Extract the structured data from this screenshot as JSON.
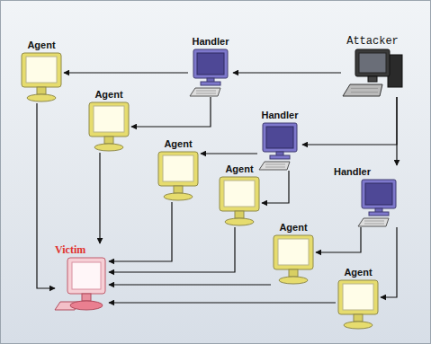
{
  "diagram": {
    "nodes": [
      {
        "text": [
          "Agent"
        ]
      },
      {
        "text": [
          "Handler"
        ]
      },
      {
        "text": [
          "Attacker"
        ]
      },
      {
        "text": [
          "Agent"
        ]
      },
      {
        "text": [
          "Handler"
        ]
      },
      {
        "text": [
          "Agent"
        ]
      },
      {
        "text": [
          "Agent"
        ]
      },
      {
        "text": [
          "Handler"
        ]
      },
      {
        "text": [
          "Agent"
        ]
      },
      {
        "text": [
          "Agent"
        ]
      },
      {
        "text": [
          "Victim"
        ]
      }
    ],
    "edges": [
      {
        "from": 2,
        "to": 1,
        "arrow": "to"
      },
      {
        "from": 2,
        "to": 4,
        "arrow": "to"
      },
      {
        "from": 2,
        "to": 7,
        "arrow": "to"
      },
      {
        "from": 1,
        "to": 0,
        "arrow": "to"
      },
      {
        "from": 1,
        "to": 3,
        "arrow": "to"
      },
      {
        "from": 4,
        "to": 5,
        "arrow": "to"
      },
      {
        "from": 4,
        "to": 6,
        "arrow": "to"
      },
      {
        "from": 7,
        "to": 8,
        "arrow": "to"
      },
      {
        "from": 7,
        "to": 9,
        "arrow": "to"
      },
      {
        "from": 0,
        "to": 10,
        "arrow": "to"
      },
      {
        "from": 3,
        "to": 10,
        "arrow": "to"
      },
      {
        "from": 5,
        "to": 10,
        "arrow": "to"
      },
      {
        "from": 6,
        "to": 10,
        "arrow": "to"
      },
      {
        "from": 8,
        "to": 10,
        "arrow": "to"
      },
      {
        "from": 9,
        "to": 10,
        "arrow": "to"
      }
    ]
  }
}
